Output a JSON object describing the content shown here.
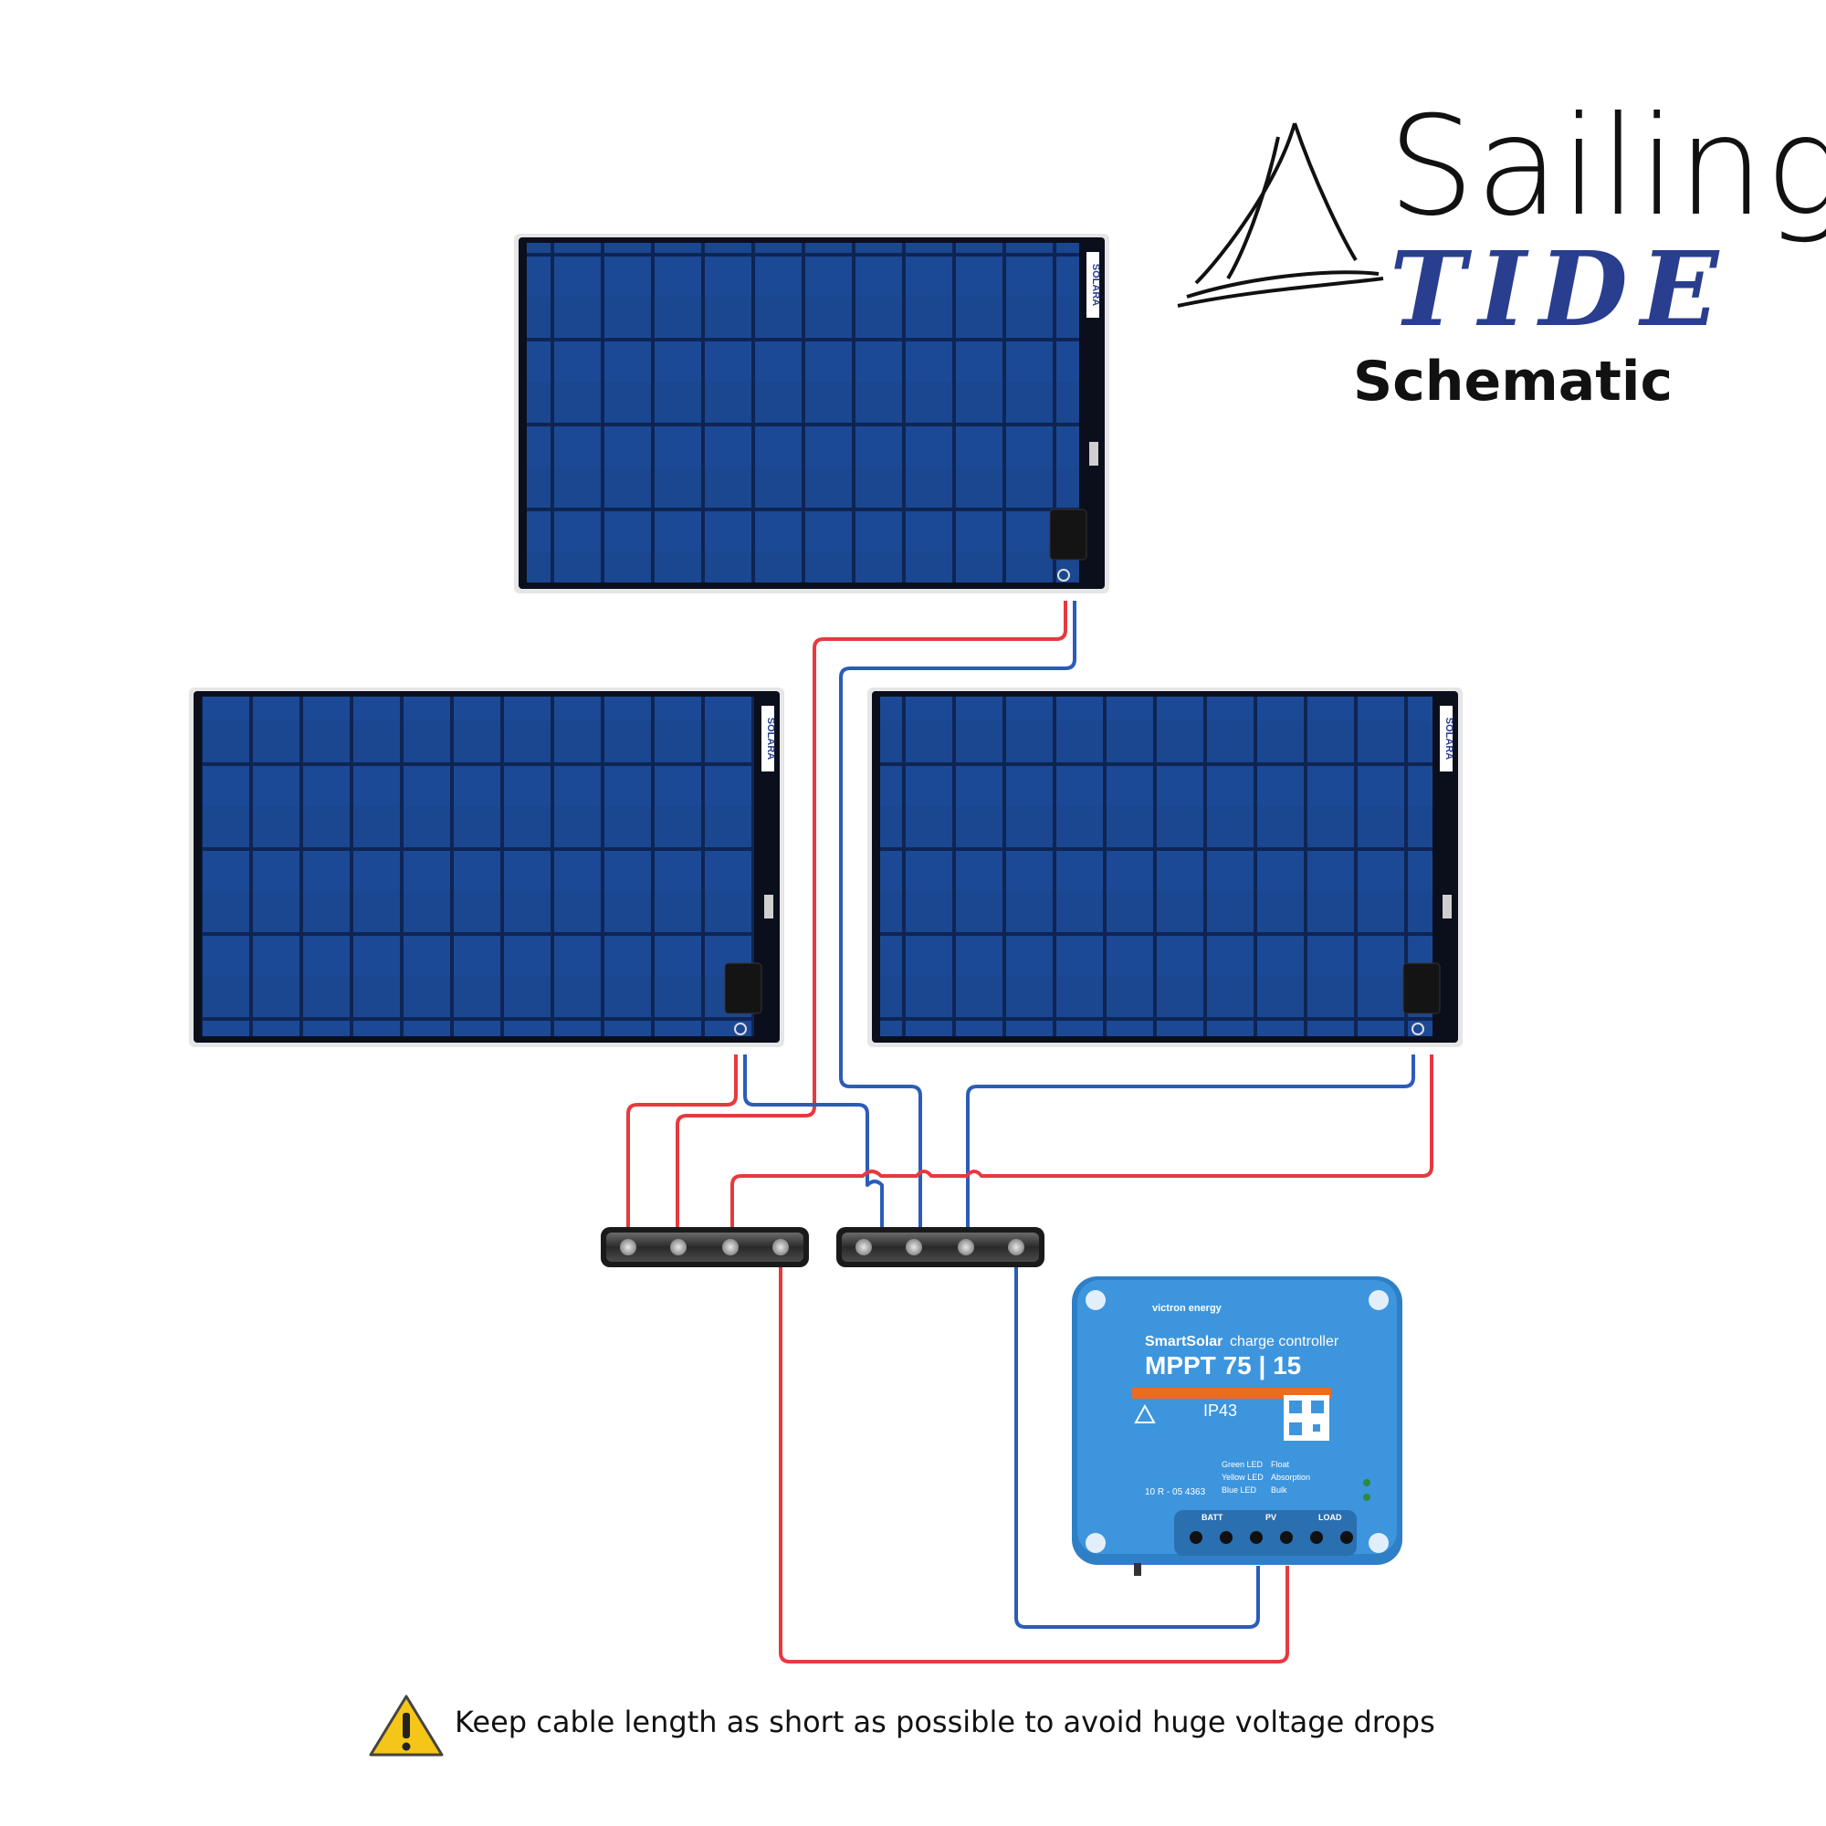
{
  "logo": {
    "line1": "Sailing",
    "line2": "TIDE"
  },
  "title": "Schematic",
  "panel_brand": "SOLARA",
  "controller": {
    "brand": "victron energy",
    "name_prefix": "SmartSolar",
    "name_suffix": "charge controller",
    "model": "MPPT 75 | 15",
    "rating": "IP43",
    "led_green": "Green LED",
    "led_green_state": "Float",
    "led_yellow": "Yellow LED",
    "led_yellow_state": "Absorption",
    "led_blue": "Blue LED",
    "led_blue_state": "Bulk",
    "approval": "10 R - 05 4363",
    "terminal_batt": "BATT",
    "terminal_pv": "PV",
    "terminal_load": "LOAD"
  },
  "warning_text": "Keep cable length as short as possible to avoid huge voltage drops",
  "colors": {
    "positive_wire": "#e53a3e",
    "negative_wire": "#2c5cb8",
    "panel_cell": "#16408a",
    "controller_body": "#3d95dd",
    "logo_blue": "#2a3e8f",
    "warning_yellow": "#f5c518"
  }
}
